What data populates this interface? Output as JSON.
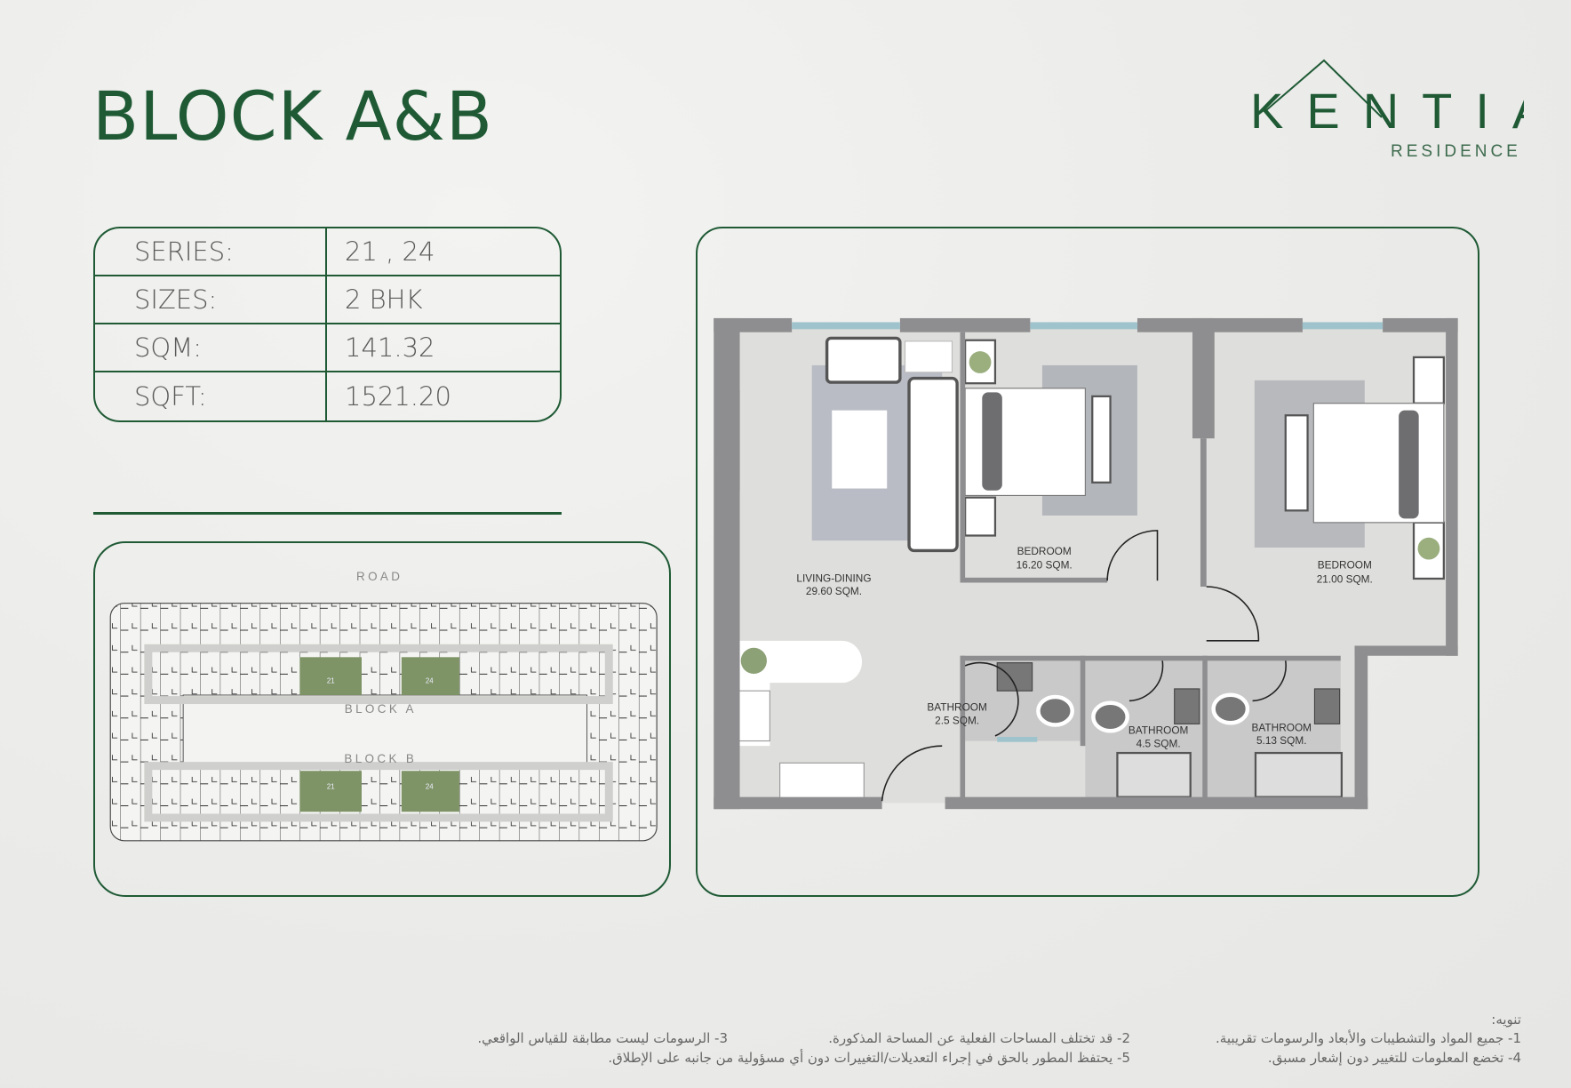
{
  "header": {
    "title": "BLOCK A&B"
  },
  "logo": {
    "name": "KENTIA",
    "subtitle": "RESIDENCE"
  },
  "specs": [
    {
      "label": "SERIES:",
      "value": "21 , 24"
    },
    {
      "label": "SIZES:",
      "value": "2  BHK"
    },
    {
      "label": "SQM:",
      "value": "141.32"
    },
    {
      "label": "SQFT:",
      "value": "1521.20"
    }
  ],
  "site_plan": {
    "road_label": "ROAD",
    "block_a_label": "BLOCK A",
    "block_b_label": "BLOCK B",
    "unit_labels": [
      "21",
      "24"
    ],
    "highlight_color": "#7e9466"
  },
  "floor_plan": {
    "rooms": [
      {
        "name": "LIVING-DINING",
        "area": "29.60 SQM."
      },
      {
        "name": "BEDROOM",
        "area": "16.20 SQM."
      },
      {
        "name": "BEDROOM",
        "area": "21.00 SQM."
      },
      {
        "name": "BATHROOM",
        "area": "2.5 SQM."
      },
      {
        "name": "BATHROOM",
        "area": "4.5 SQM."
      },
      {
        "name": "BATHROOM",
        "area": "5.13 SQM."
      }
    ]
  },
  "notes": {
    "title": "تنويه:",
    "items": [
      "1- جميع المواد والتشطيبات والأبعاد والرسومات تقريبية.",
      "2- قد تختلف المساحات الفعلية عن المساحة المذكورة.",
      "3- الرسومات ليست مطابقة للقياس الواقعي.",
      "4- تخضع المعلومات للتغيير دون إشعار مسبق.",
      "5- يحتفظ المطور بالحق في إجراء التعديلات/التغييرات دون أي مسؤولية من جانبه على الإطلاق."
    ]
  },
  "colors": {
    "brand_green": "#1f5a35",
    "wall": "#8e8e90",
    "window": "#9fc3cc"
  }
}
